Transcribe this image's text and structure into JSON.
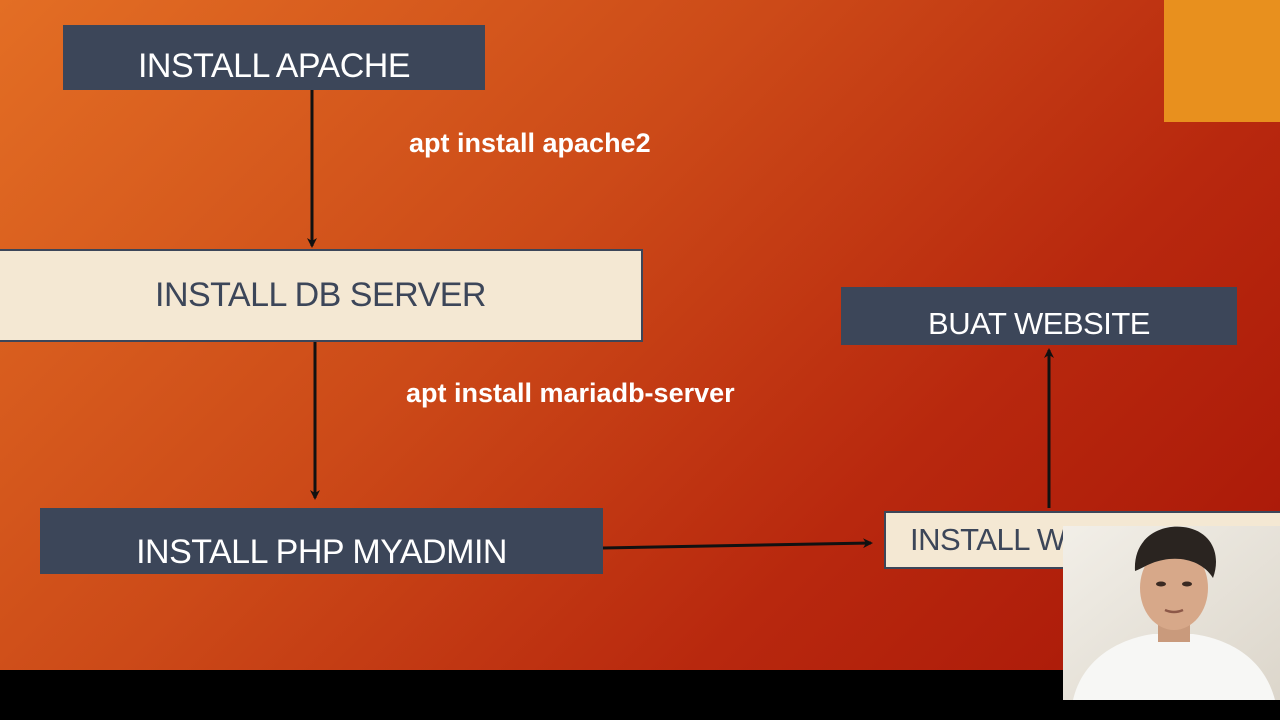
{
  "diagram": {
    "step_install_apache": "INSTALL APACHE",
    "cmd_apache": "apt install apache2",
    "step_install_db": "INSTALL DB SERVER",
    "cmd_db": "apt install mariadb-server",
    "step_install_phpmyadmin": "INSTALL PHP MYADMIN",
    "step_install_w": "INSTALL W",
    "step_buat_website": "BUAT WEBSITE"
  },
  "colors": {
    "box_dark": "#3c4659",
    "box_light": "#f4e8d3",
    "accent": "#e8901e",
    "arrow": "#111111"
  }
}
